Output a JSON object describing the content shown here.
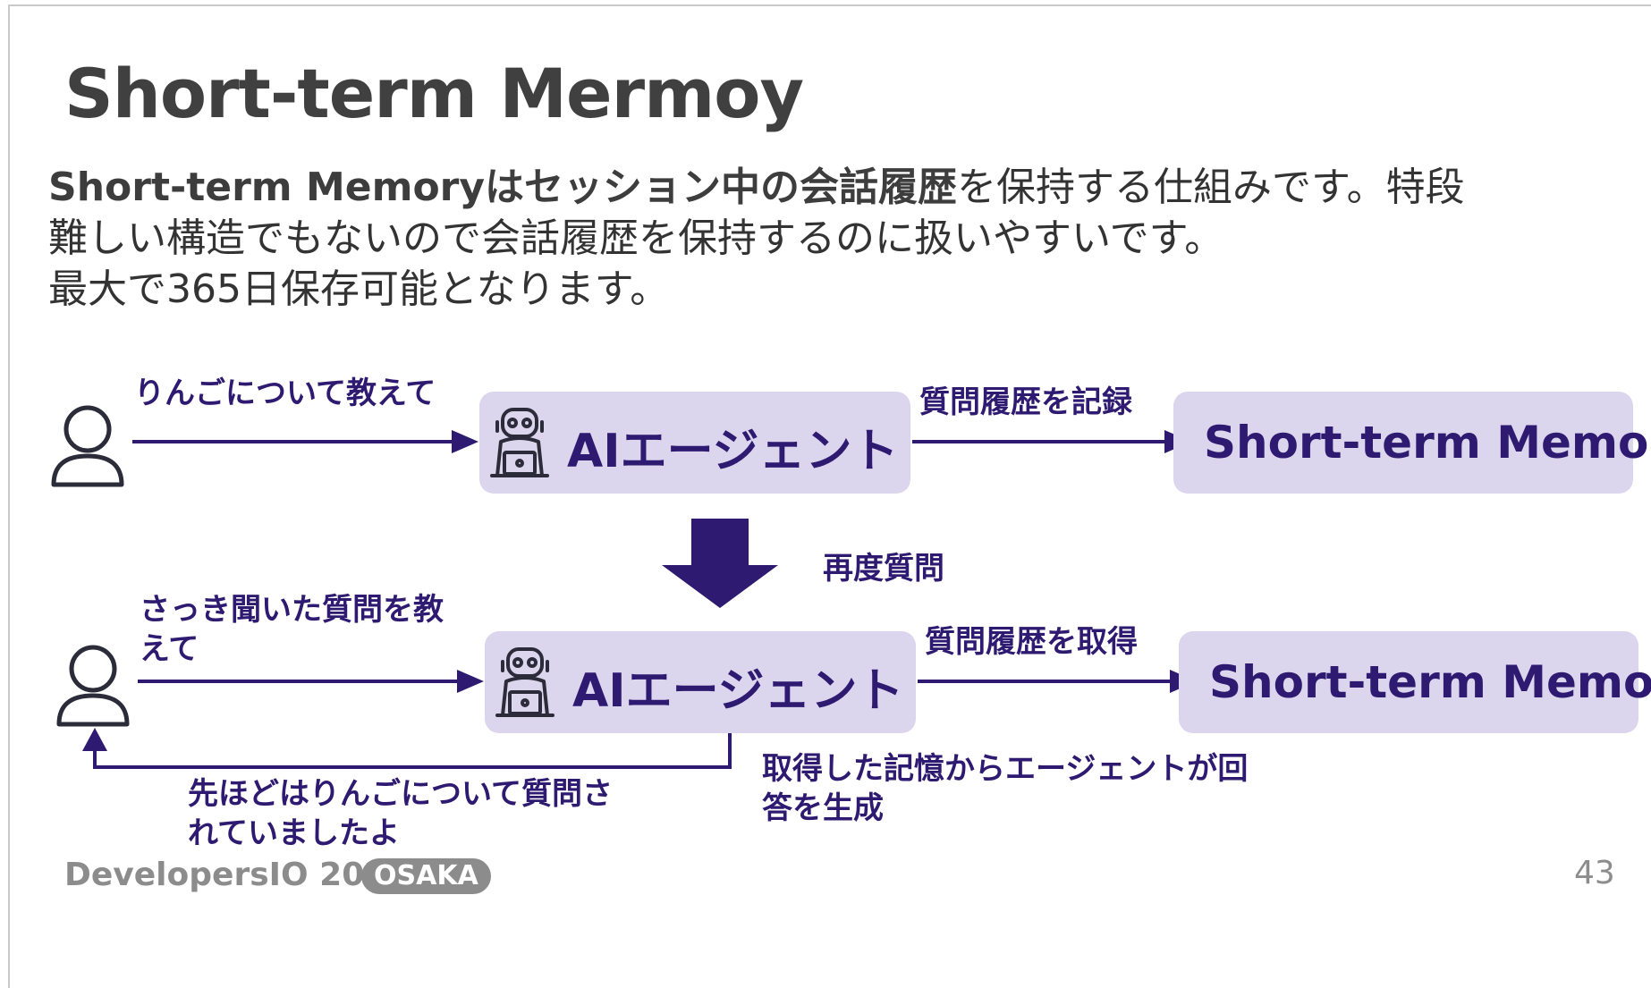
{
  "slide": {
    "title": "Short-term Mermoy",
    "body": {
      "line1_bold": "Short-term Memoryはセッション中の会話履歴",
      "line1_rest": "を保持する仕組みです。特段",
      "line2": "難しい構造でもないので会話履歴を保持するのに扱いやすいです。",
      "line3": "最大で365日保存可能となります。"
    }
  },
  "diagram": {
    "row1": {
      "user_label": "りんごについて教えて",
      "agent_label": "AIエージェント",
      "edge_label": "質問履歴を記録",
      "memory_label": "Short-term Memory"
    },
    "transition_label": "再度質問",
    "row2": {
      "user_label_line1": "さっき聞いた質問を教",
      "user_label_line2": "えて",
      "agent_label": "AIエージェント",
      "edge_label": "質問履歴を取得",
      "memory_label": "Short-term Memory",
      "reply_line1": "先ほどはりんごについて質問さ",
      "reply_line2": "れていましたよ",
      "generate_line1": "取得した記憶からエージェントが回",
      "generate_line2": "答を生成"
    },
    "colors": {
      "accent": "#2e1a70",
      "box_fill": "#dcd5ee"
    }
  },
  "footer": {
    "brand": "DevelopersIO 2025",
    "badge": "OSAKA",
    "page_number": "43"
  }
}
